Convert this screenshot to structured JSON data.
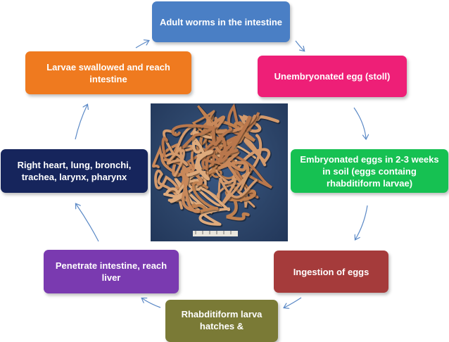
{
  "steps": [
    {
      "id": "adult",
      "text": "Adult worms in the intestine",
      "color": "#4a7fc5"
    },
    {
      "id": "unemb",
      "text": "Unembryonated egg (stoll)",
      "color": "#ee1f77"
    },
    {
      "id": "emb",
      "text": "Embryonated eggs in 2-3 weeks in soil (eggs containg rhabditiform larvae)",
      "color": "#16c152"
    },
    {
      "id": "ingest",
      "text": "Ingestion of eggs",
      "color": "#a53b3b"
    },
    {
      "id": "rhab",
      "text": "Rhabditiform larva hatches &",
      "color": "#7a7a36"
    },
    {
      "id": "pen",
      "text": "Penetrate intestine, reach liver",
      "color": "#7a3ab0"
    },
    {
      "id": "heart",
      "text": "Right heart, lung, bronchi, trachea, larynx, pharynx",
      "color": "#16255c"
    },
    {
      "id": "larvae",
      "text": "Larvae swallowed and reach intestine",
      "color": "#ef7a1f"
    }
  ],
  "colors": {
    "arrow": "#5b89c6",
    "photo_background": "#2c4468",
    "worm": "#c8885a"
  }
}
